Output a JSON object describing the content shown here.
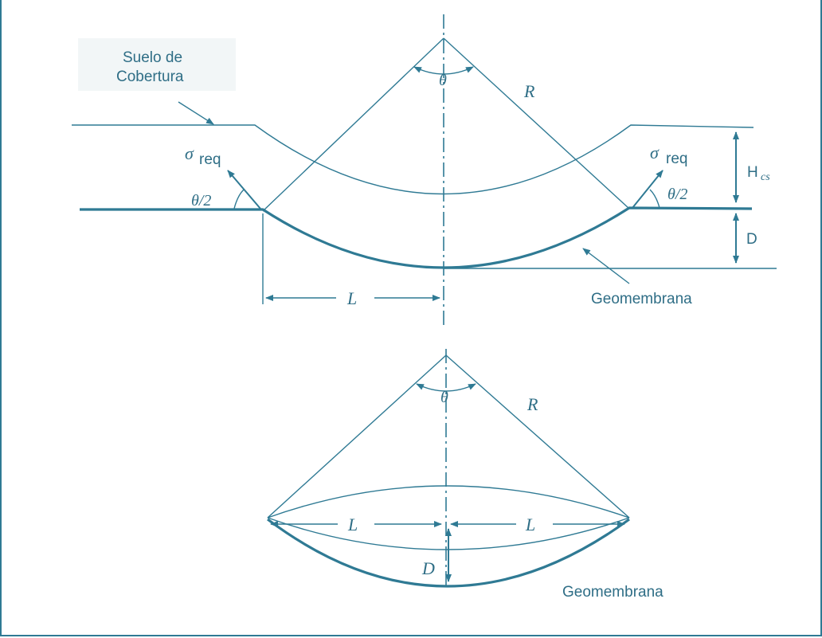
{
  "top_diagram": {
    "cover_soil_label_line1": "Suelo de",
    "cover_soil_label_line2": "Cobertura",
    "theta": "θ",
    "radius": "R",
    "sigma_left": "σ",
    "sigma_left_sub": "req",
    "sigma_right": "σ",
    "sigma_right_sub": "req",
    "half_theta_left": "θ/2",
    "half_theta_right": "θ/2",
    "h_label": "H",
    "h_sub": "cs",
    "d_label": "D",
    "l_label": "L",
    "geomembrane_label": "Geomembrana"
  },
  "bottom_diagram": {
    "theta": "θ",
    "radius": "R",
    "l_left": "L",
    "l_right": "L",
    "d_label": "D",
    "geomembrane_label": "Geomembrana"
  },
  "colors": {
    "line": "#2f7a94",
    "text": "#2f6e86",
    "frame": "#2f7a94"
  }
}
